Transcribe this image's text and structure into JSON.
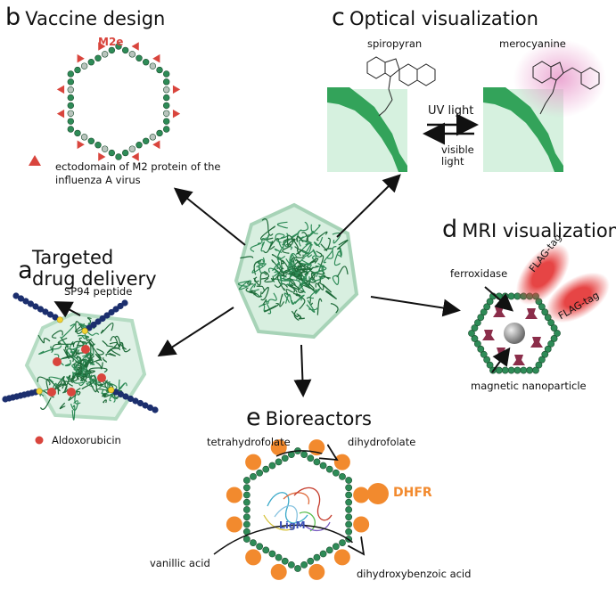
{
  "panels": {
    "b": {
      "letter": "b",
      "title": "Vaccine design",
      "m2e": "M2e",
      "legend": "ectodomain of M2 protein of the\ninfluenza A virus"
    },
    "c": {
      "letter": "c",
      "title": "Optical visualization",
      "left": "spiropyran",
      "right": "merocyanine",
      "forward": "UV light",
      "back": "visible\nlight"
    },
    "a": {
      "letter": "a",
      "title": "Targeted\ndrug delivery",
      "peptide": "SP94 peptide",
      "legend": "Aldoxorubicin"
    },
    "d": {
      "letter": "d",
      "title": "MRI visualization",
      "ferroxidase": "ferroxidase",
      "flag": "FLAG-tag",
      "particle": "magnetic nanoparticle"
    },
    "e": {
      "letter": "e",
      "title": "Bioreactors",
      "substrate1": "tetrahydrofolate",
      "product1": "dihydrofolate",
      "enzyme1": "DHFR",
      "enzyme2": "LigM",
      "substrate2": "vanillic acid",
      "product2": "dihydroxybenzoic acid"
    }
  },
  "colors": {
    "green": "#2e8b57",
    "darkgreen": "#1f6b3a",
    "red": "#d9453d",
    "orange": "#f28a2e",
    "navy": "#1c2f6e",
    "yellow": "#f2d232",
    "maroon": "#8b2d4a",
    "pink": "#e89acb",
    "lightgreen": "#d6f1df"
  }
}
